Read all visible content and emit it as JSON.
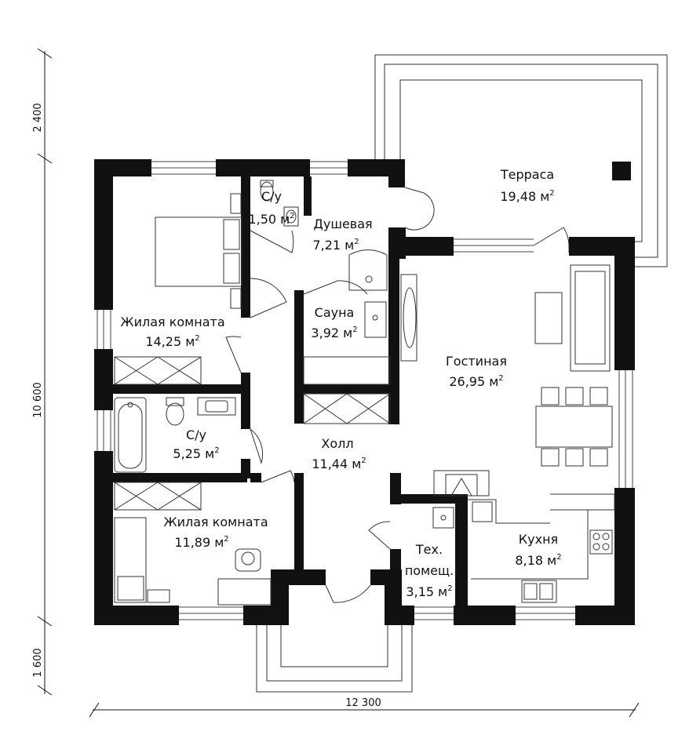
{
  "dimensions": {
    "top_offset": "2 400",
    "height": "10 600",
    "bottom_offset": "1 600",
    "width": "12 300"
  },
  "rooms": [
    {
      "name": "Терраса",
      "area": "19,48 м",
      "sup": "2"
    },
    {
      "name": "С/у",
      "area": "1,50 м",
      "sup": "2"
    },
    {
      "name": "Душевая",
      "area": "7,21 м",
      "sup": "2"
    },
    {
      "name": "Сауна",
      "area": "3,92 м",
      "sup": "2"
    },
    {
      "name": "Жилая комната",
      "area": "14,25 м",
      "sup": "2"
    },
    {
      "name": "Гостиная",
      "area": "26,95 м",
      "sup": "2"
    },
    {
      "name": "С/у",
      "area": "5,25 м",
      "sup": "2"
    },
    {
      "name": "Холл",
      "area": "11,44 м",
      "sup": "2"
    },
    {
      "name": "Жилая комната",
      "area": "11,89 м",
      "sup": "2"
    },
    {
      "name": "Кухня",
      "area": "8,18 м",
      "sup": "2"
    },
    {
      "name": "Тех.",
      "name2": "помещ.",
      "area": "3,15 м",
      "sup": "2"
    }
  ]
}
